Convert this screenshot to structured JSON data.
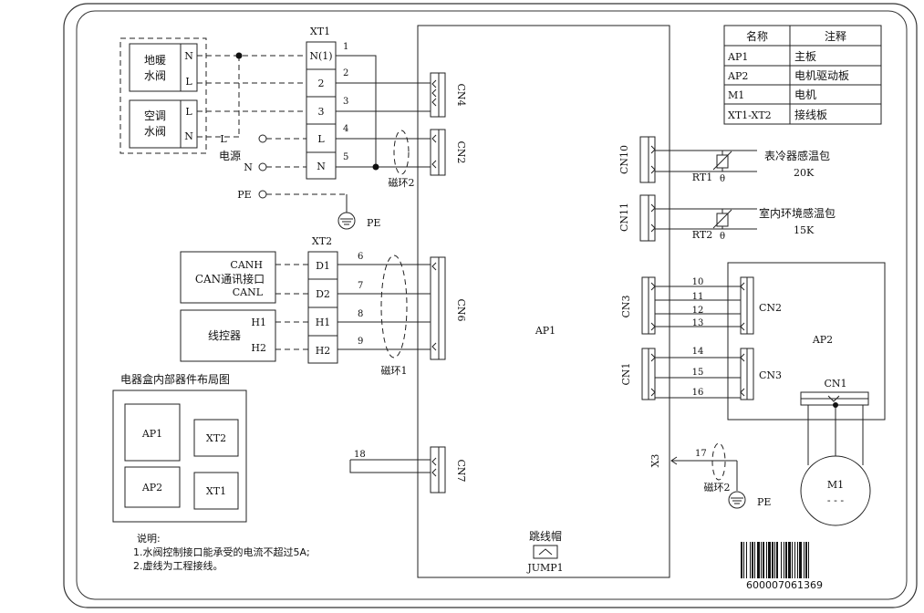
{
  "legend": {
    "header_name": "名称",
    "header_note": "注释",
    "rows": [
      {
        "name": "AP1",
        "note": "主板"
      },
      {
        "name": "AP2",
        "note": "电机驱动板"
      },
      {
        "name": "M1",
        "note": "电机"
      },
      {
        "name": "XT1-XT2",
        "note": "接线板"
      }
    ]
  },
  "xt1": {
    "title": "XT1",
    "terminals": [
      "N(1)",
      "2",
      "3",
      "L",
      "N"
    ],
    "wires": [
      "1",
      "2",
      "3",
      "4",
      "5"
    ]
  },
  "valves": {
    "floor_heating": [
      "地暖",
      "水阀"
    ],
    "ac": [
      "空调",
      "水阀"
    ],
    "pins_top": [
      "N",
      "L"
    ],
    "pins_bottom": [
      "L",
      "N"
    ]
  },
  "power": {
    "label": "电源",
    "l": "L",
    "n": "N",
    "pe": "PE",
    "ground_pe": "PE"
  },
  "ring_top": "磁环2",
  "xt2": {
    "title": "XT2",
    "terminals": [
      "D1",
      "D2",
      "H1",
      "H2"
    ],
    "wires": [
      "6",
      "7",
      "8",
      "9"
    ]
  },
  "can": {
    "label": "CAN通讯接口",
    "canh": "CANH",
    "canl": "CANL"
  },
  "controller": {
    "label": "线控器",
    "h1": "H1",
    "h2": "H2"
  },
  "ring_mid": "磁环1",
  "layout_title": "电器盒内部器件布局图",
  "layout_boxes": [
    "AP1",
    "XT2",
    "AP2",
    "XT1"
  ],
  "notes": {
    "title": "说明:",
    "line1": "1.水阀控制接口能承受的电流不超过5A;",
    "line2": "2.虚线为工程接线。"
  },
  "ap1": {
    "label": "AP1"
  },
  "connectors": {
    "cn4": "CN4",
    "cn2": "CN2",
    "cn6": "CN6",
    "cn7": "CN7",
    "cn10": "CN10",
    "cn11": "CN11",
    "cn3": "CN3",
    "cn1": "CN1"
  },
  "wire18": "18",
  "jumper": {
    "label": "跳线帽",
    "name": "JUMP1"
  },
  "sensors": {
    "rt1": {
      "name": "RT1",
      "label": "表冷器感温包",
      "value": "20K",
      "theta": "θ"
    },
    "rt2": {
      "name": "RT2",
      "label": "室内环境感温包",
      "value": "15K",
      "theta": "θ"
    }
  },
  "ap2": {
    "label": "AP2",
    "cn2": "CN2",
    "cn3": "CN3",
    "cn1": "CN1",
    "wires_top": [
      "10",
      "11",
      "12",
      "13"
    ],
    "wires_bottom": [
      "14",
      "15",
      "16"
    ]
  },
  "motor": {
    "label": "M1",
    "sub": "- - -"
  },
  "x3": {
    "label": "X3",
    "wire": "17",
    "ring": "磁环2",
    "pe": "PE"
  },
  "barcode": {
    "number": "600007061369"
  }
}
